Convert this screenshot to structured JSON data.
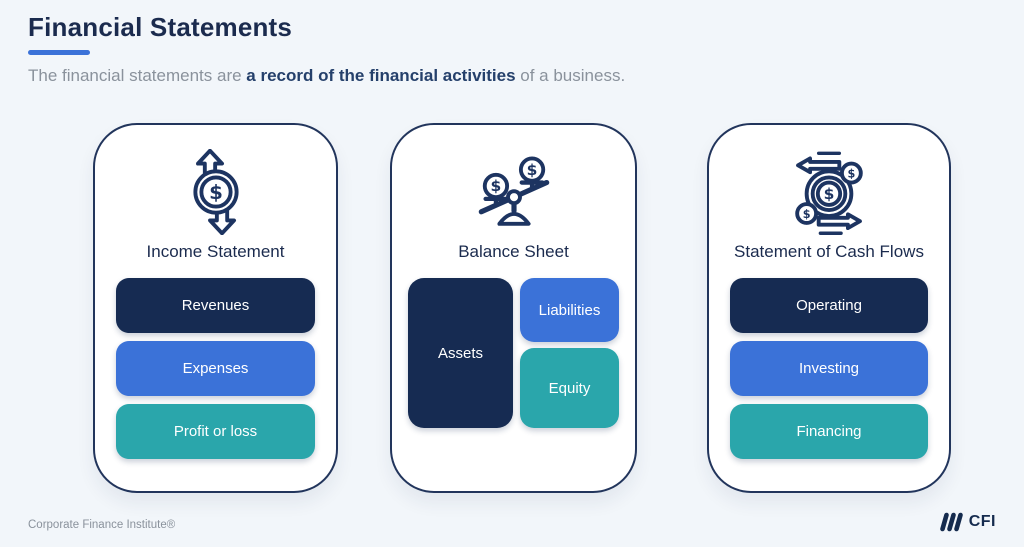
{
  "page": {
    "title": "Financial Statements",
    "subtitle_prefix": "The financial statements are ",
    "subtitle_bold": "a record of the financial activities",
    "subtitle_suffix": " of a business.",
    "footer": "Corporate Finance Institute®",
    "logo_text": "CFI"
  },
  "glyphs": {
    "dollar": "$"
  },
  "colors": {
    "background": "#F2F6FA",
    "navy": "#162B52",
    "blue": "#3B72D8",
    "teal": "#2AA6AB",
    "card_border": "#22355C",
    "accent_underline": "#3B72D8",
    "title_text": "#1B2B4E",
    "muted_text": "#8A929C"
  },
  "cards": [
    {
      "title": "Income Statement",
      "icon": "dollar-up-down-arrows",
      "items": [
        {
          "label": "Revenues",
          "color": "navy"
        },
        {
          "label": "Expenses",
          "color": "blue"
        },
        {
          "label": "Profit or loss",
          "color": "teal"
        }
      ]
    },
    {
      "title": "Balance Sheet",
      "icon": "balance-scale-coins",
      "items": [
        {
          "label": "Assets",
          "color": "navy"
        },
        {
          "label": "Liabilities",
          "color": "blue"
        },
        {
          "label": "Equity",
          "color": "teal"
        }
      ]
    },
    {
      "title": "Statement of Cash Flows",
      "icon": "circulating-cash-arrows",
      "items": [
        {
          "label": "Operating",
          "color": "navy"
        },
        {
          "label": "Investing",
          "color": "blue"
        },
        {
          "label": "Financing",
          "color": "teal"
        }
      ]
    }
  ]
}
